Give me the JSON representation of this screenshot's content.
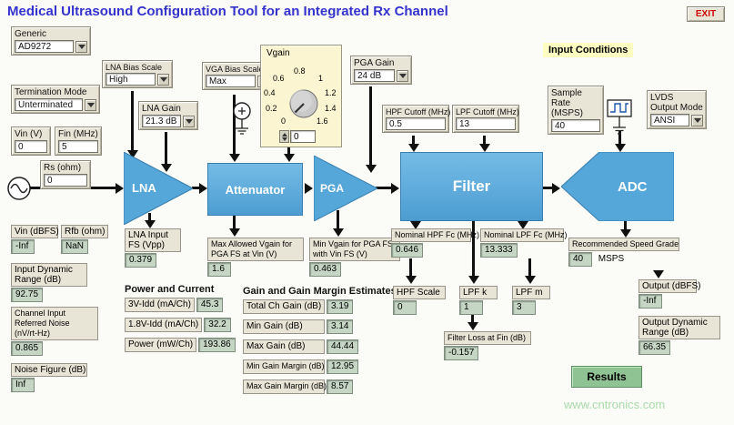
{
  "title": "Medical Ultrasound Configuration Tool for an Integrated Rx Channel",
  "exit_button": "EXIT",
  "watermark": "www.cntronics.com",
  "colors": {
    "title_blue": "#3434cd",
    "block_blue": "#55a6d9",
    "highlight_yellow": "#ffffc2",
    "results_green": "#8fc393",
    "indicator_green": "#c6d6c4",
    "panel_beige": "#e9e5d6"
  },
  "icons": [
    "sine-source-icon",
    "voltage-ref-icon",
    "clock-icon",
    "ground-icon",
    "chevron-down-icon",
    "knob"
  ],
  "section_labels": {
    "input_conditions": "Input Conditions",
    "results": "Results",
    "power_and_current": "Power and Current",
    "gain_estimates": "Gain and Gain Margin Estimates"
  },
  "blocks": {
    "lna": "LNA",
    "attenuator": "Attenuator",
    "pga": "PGA",
    "filter": "Filter",
    "adc": "ADC"
  },
  "controls": {
    "generic": {
      "label": "Generic",
      "value": "AD9272"
    },
    "termination_mode": {
      "label": "Termination Mode",
      "value": "Unterminated"
    },
    "vin_v": {
      "label": "Vin (V)",
      "value": "0"
    },
    "fin_mhz": {
      "label": "Fin (MHz)",
      "value": "5"
    },
    "rs_ohm": {
      "label": "Rs (ohm)",
      "value": "0"
    },
    "lna_bias_scale": {
      "label": "LNA Bias Scale",
      "value": "High"
    },
    "lna_gain": {
      "label": "LNA Gain",
      "value": "21.3 dB"
    },
    "vga_bias_scale": {
      "label": "VGA Bias Scale",
      "value": "Max"
    },
    "vgain": {
      "label": "Vgain",
      "value": "0",
      "ticks": [
        "0",
        "0.2",
        "0.4",
        "0.6",
        "0.8",
        "1",
        "1.2",
        "1.4",
        "1.6"
      ]
    },
    "pga_gain": {
      "label": "PGA Gain",
      "value": "24 dB"
    },
    "hpf_cutoff": {
      "label": "HPF Cutoff (MHz)",
      "value": "0.5"
    },
    "lpf_cutoff": {
      "label": "LPF Cutoff (MHz)",
      "value": "13"
    },
    "sample_rate": {
      "label": "Sample Rate (MSPS)",
      "value": "40"
    },
    "lvds_output_mode": {
      "label": "LVDS Output Mode",
      "value": "ANSI"
    }
  },
  "indicators": {
    "vin_dbfs": {
      "label": "Vin (dBFS)",
      "value": "-Inf"
    },
    "rfb_ohm": {
      "label": "Rfb (ohm)",
      "value": "NaN"
    },
    "input_dynamic_range": {
      "label": "Input Dynamic Range (dB)",
      "value": "92.75"
    },
    "channel_input_referred_noise": {
      "label": "Channel Input Referred Noise (nV/rt-Hz)",
      "value": "0.865"
    },
    "noise_figure": {
      "label": "Noise Figure (dB)",
      "value": "Inf"
    },
    "lna_input_fs": {
      "label": "LNA Input FS (Vpp)",
      "value": "0.379"
    },
    "idd_3v": {
      "label": "3V-Idd (mA/Ch)",
      "value": "45.3"
    },
    "idd_1v8": {
      "label": "1.8V-Idd (mA/Ch)",
      "value": "32.2"
    },
    "power_mw": {
      "label": "Power (mW/Ch)",
      "value": "193.86"
    },
    "max_allowed_vgain": {
      "label": "Max Allowed Vgain for PGA FS at Vin (V)",
      "value": "1.6"
    },
    "min_vgain": {
      "label": "Min Vgain for PGA FS with Vin FS (V)",
      "value": "0.463"
    },
    "total_ch_gain": {
      "label": "Total Ch Gain (dB)",
      "value": "3.19"
    },
    "min_gain": {
      "label": "Min Gain (dB)",
      "value": "3.14"
    },
    "max_gain": {
      "label": "Max Gain (dB)",
      "value": "44.44"
    },
    "min_gain_margin": {
      "label": "Min Gain Margin (dB)",
      "value": "12.95"
    },
    "max_gain_margin": {
      "label": "Max Gain Margin (dB)",
      "value": "8.57"
    },
    "nominal_hpf_fc": {
      "label": "Nominal HPF Fc (MHz)",
      "value": "0.646"
    },
    "nominal_lpf_fc": {
      "label": "Nominal LPF Fc (MHz)",
      "value": "13.333"
    },
    "hpf_scale": {
      "label": "HPF Scale",
      "value": "0"
    },
    "lpf_k": {
      "label": "LPF k",
      "value": "1"
    },
    "lpf_m": {
      "label": "LPF m",
      "value": "3"
    },
    "filter_loss": {
      "label": "Filter Loss at Fin (dB)",
      "value": "-0.157"
    },
    "recommended_speed_grade": {
      "label": "Recommended Speed Grade",
      "value": "40",
      "unit": "MSPS"
    },
    "output_dbfs": {
      "label": "Output (dBFS)",
      "value": "-Inf"
    },
    "output_dynamic_range": {
      "label": "Output Dynamic Range (dB)",
      "value": "66.35"
    }
  }
}
